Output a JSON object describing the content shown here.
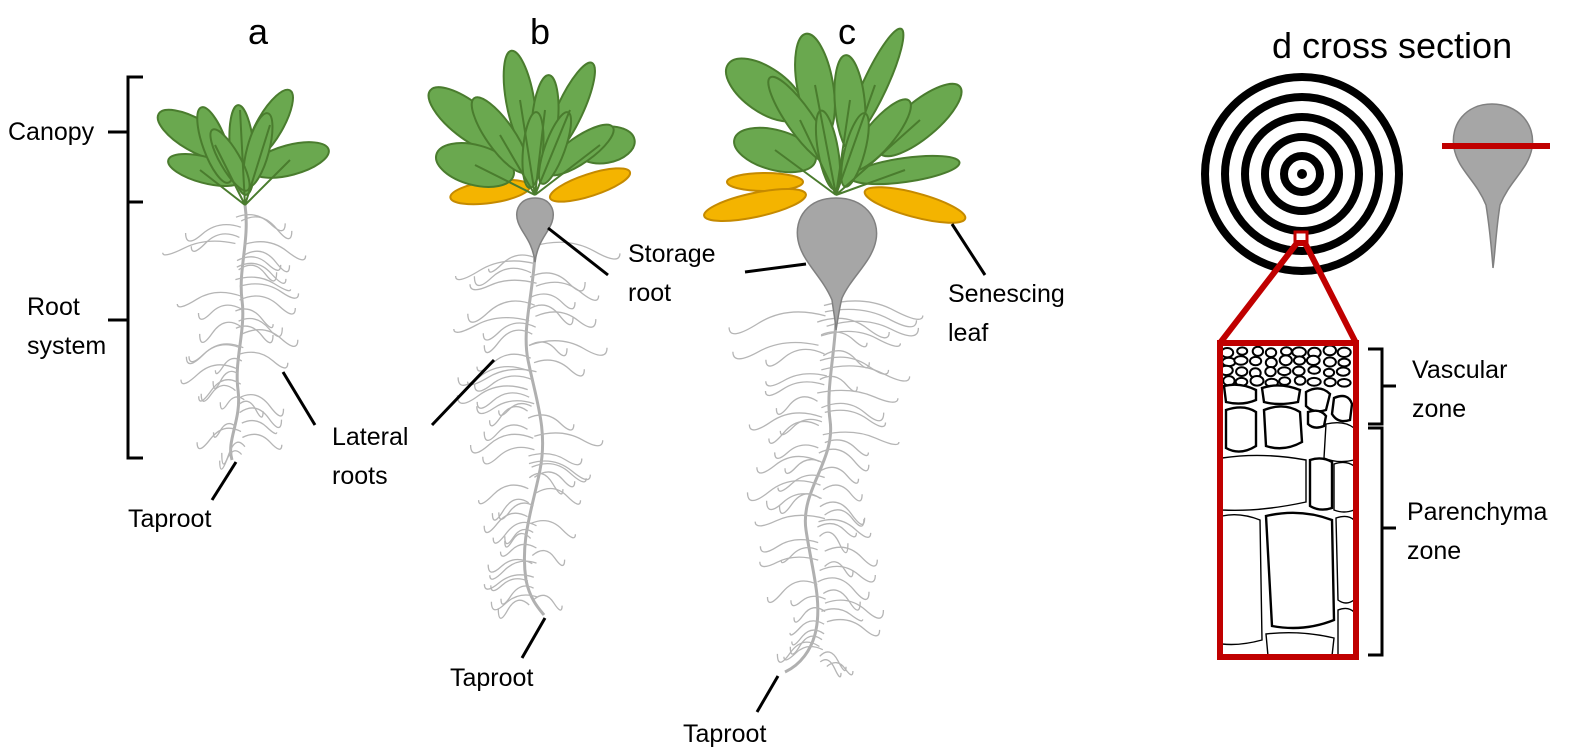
{
  "panels": {
    "a": {
      "letter": "a",
      "canopy_label": "Canopy",
      "root_system_label_line1": "Root",
      "root_system_label_line2": "system",
      "taproot_label": "Taproot"
    },
    "b": {
      "letter": "b",
      "storage_root_line1": "Storage",
      "storage_root_line2": "root",
      "lateral_roots_line1": "Lateral",
      "lateral_roots_line2": "roots",
      "taproot_label": "Taproot"
    },
    "c": {
      "letter": "c",
      "senescing_leaf_line1": "Senescing",
      "senescing_leaf_line2": "leaf",
      "taproot_label": "Taproot"
    },
    "d": {
      "title": "d cross section",
      "vascular_zone_line1": "Vascular",
      "vascular_zone_line2": "zone",
      "parenchyma_zone_line1": "Parenchyma",
      "parenchyma_zone_line2": "zone"
    }
  },
  "colors": {
    "leaf_green": "#6aa84f",
    "leaf_yellow": "#f4b400",
    "storage_root_grey": "#a6a6a6",
    "root_grey": "#b5b5b5",
    "highlight_red": "#c00000"
  },
  "icons": [
    "plant-seedling-icon",
    "plant-young-beet-icon",
    "plant-mature-beet-icon",
    "concentric-rings-icon",
    "storage-root-icon"
  ]
}
